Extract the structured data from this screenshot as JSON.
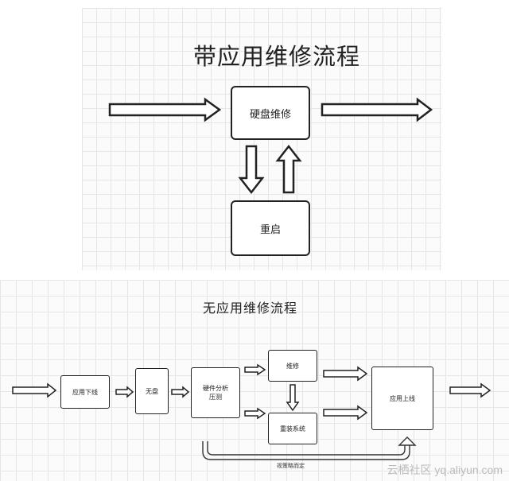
{
  "top": {
    "title": "带应用维修流程",
    "boxes": {
      "disk_repair": "硬盘维修",
      "reboot": "重启"
    }
  },
  "bottom": {
    "title": "无应用维修流程",
    "boxes": {
      "app_offline": "应用下线",
      "no_disk": "无盘",
      "hw_analysis": "硬件分析\n压测",
      "repair": "维修",
      "reinstall": "重装系统",
      "app_online": "应用上线"
    },
    "note": "视策略而定"
  },
  "watermark": "云栖社区 yq.aliyun.com"
}
